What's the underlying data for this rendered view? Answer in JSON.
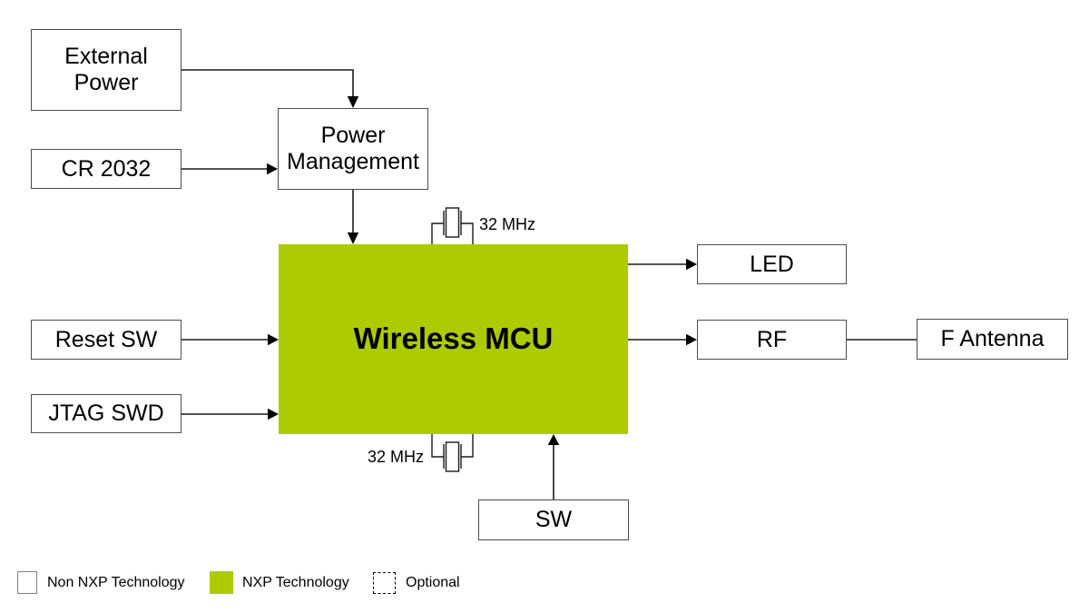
{
  "diagram": {
    "nodes": {
      "external_power": {
        "label": "External\nPower"
      },
      "cr_2032": {
        "label": "CR 2032"
      },
      "power_management": {
        "label": "Power\nManagement"
      },
      "reset_sw": {
        "label": "Reset SW"
      },
      "jtag_swd": {
        "label": "JTAG SWD"
      },
      "wireless_mcu": {
        "label": "Wireless MCU"
      },
      "led": {
        "label": "LED"
      },
      "rf": {
        "label": "RF"
      },
      "f_antenna": {
        "label": "F Antenna"
      },
      "sw": {
        "label": "SW"
      }
    },
    "crystals": {
      "top": {
        "label": "32 MHz"
      },
      "bottom": {
        "label": "32 MHz"
      }
    },
    "legend": {
      "items": [
        {
          "key": "non-nxp",
          "label": "Non NXP Technology",
          "swatch_fill": "#ffffff"
        },
        {
          "key": "nxp",
          "label": "NXP Technology",
          "swatch_fill": "#ADCB00"
        },
        {
          "key": "optional",
          "label": "Optional",
          "swatch_fill": "#ffffff",
          "swatch_border": "dotted"
        }
      ]
    },
    "colors": {
      "nxp_green": "#ADCB00",
      "line": "#1a1a1a",
      "box_border": "#4d4d4d",
      "background": "#ffffff"
    }
  }
}
